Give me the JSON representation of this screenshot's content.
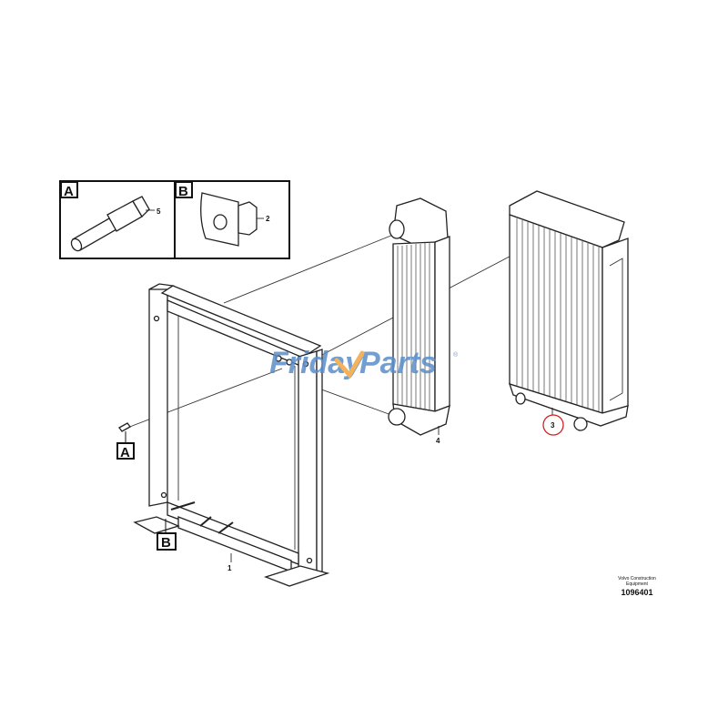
{
  "diagram": {
    "type": "exploded parts diagram",
    "subject": "Radiator and intercooler assembly with support frame",
    "detail_boxes": [
      {
        "letter": "A",
        "part_number_label": "5",
        "description": "fitting / nipple"
      },
      {
        "letter": "B",
        "part_number_label": "2",
        "description": "rubber mount / bushing"
      }
    ],
    "callouts": [
      {
        "id": "frame",
        "label": "1"
      },
      {
        "id": "mount",
        "label": "2"
      },
      {
        "id": "radiator",
        "label": "3",
        "highlighted": true,
        "highlight_color": "#d42020"
      },
      {
        "id": "intercooler",
        "label": "4"
      },
      {
        "id": "fitting",
        "label": "5"
      }
    ],
    "reference_markers": [
      {
        "letter": "A"
      },
      {
        "letter": "B"
      }
    ]
  },
  "watermark": {
    "text_part1": "Friday",
    "text_part2": "Parts",
    "registered": "®",
    "color_blue": "#5b8ec9",
    "color_orange": "#f0a640"
  },
  "credit": {
    "line1": "Volvo Construction",
    "line2": "Equipment",
    "drawing_number": "1096401"
  }
}
